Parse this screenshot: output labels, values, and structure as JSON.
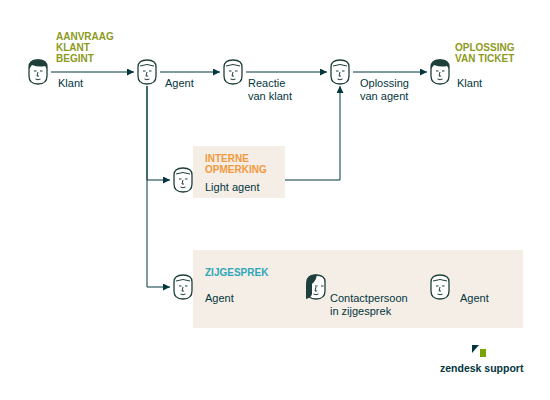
{
  "diagram": {
    "nodes": [
      {
        "text": [
          "AANVRAAG KLANT BEGINT",
          "Klant"
        ]
      },
      {
        "text": [
          "Agent"
        ]
      },
      {
        "text": [
          "Reactie van klant"
        ]
      },
      {
        "text": [
          "Oplossing van agent"
        ]
      },
      {
        "text": [
          "OPLOSSING VAN TICKET",
          "Klant"
        ]
      },
      {
        "text": [
          "INTERNE OPMERKING"
        ]
      },
      {
        "text": [
          "Light agent"
        ],
        "in": 5
      },
      {
        "text": [
          "ZIJGESPREK"
        ]
      },
      {
        "text": [
          "Agent"
        ],
        "in": 7
      },
      {
        "text": [
          "Contactpersoon in zijgesprek"
        ],
        "in": 7
      },
      {
        "text": [
          "Agent"
        ],
        "in": 7
      }
    ],
    "edges": [
      {
        "from": 0,
        "to": 1,
        "arrow": "to"
      },
      {
        "from": 1,
        "to": 2,
        "arrow": "to"
      },
      {
        "from": 2,
        "to": 3,
        "arrow": "to"
      },
      {
        "from": 3,
        "to": 4,
        "arrow": "to"
      },
      {
        "from": 1,
        "to": 6,
        "arrow": "to"
      },
      {
        "from": 6,
        "to": 3,
        "arrow": "to"
      },
      {
        "from": 1,
        "to": 8,
        "arrow": "to"
      },
      {
        "from": 8,
        "to": 9,
        "arrow": "to"
      },
      {
        "from": 9,
        "to": 10,
        "arrow": "to"
      }
    ],
    "labels": [
      "zendesk support"
    ]
  }
}
